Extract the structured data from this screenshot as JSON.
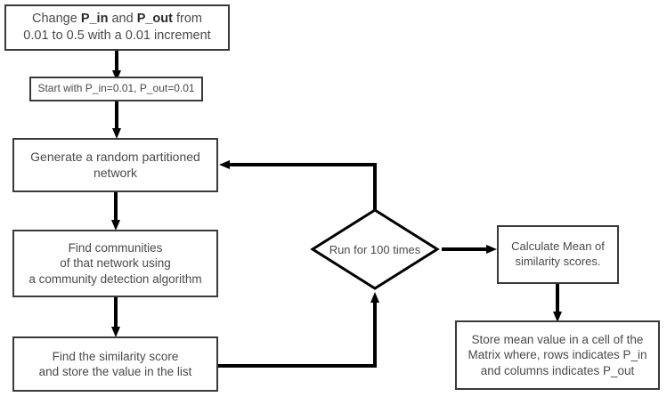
{
  "diagram": {
    "title": "Simulation workflow flowchart",
    "background_color": "#ffffff",
    "stroke_color": "#3a3a3a",
    "text_color": "#4a4a4a",
    "edge_color": "#000000"
  },
  "nodes": {
    "start": {
      "shape": "process",
      "line1_pre": "Change ",
      "line1_b1": "P_in",
      "line1_mid": " and ",
      "line1_b2": "P_out",
      "line1_post": " from",
      "line2": "0.01 to 0.5 with a 0.01 increment"
    },
    "init": {
      "shape": "process",
      "label": "Start with P_in=0.01, P_out=0.01"
    },
    "generate": {
      "shape": "process",
      "label": "Generate a random partitioned\nnetwork"
    },
    "communities": {
      "shape": "process",
      "label": "Find communities\nof that network using\na community detection algorithm"
    },
    "similarity": {
      "shape": "process",
      "label": "Find the similarity score\nand store the value in the list"
    },
    "loop": {
      "shape": "decision",
      "label": "Run for 100 times"
    },
    "mean": {
      "shape": "process",
      "label": "Calculate Mean of\nsimilarity scores."
    },
    "store": {
      "shape": "process",
      "label": "Store mean value in a cell of the\nMatrix where, rows indicates P_in\nand columns indicates P_out"
    }
  },
  "edges": [
    {
      "id": "start-to-init",
      "from": "start",
      "to": "init",
      "label": ""
    },
    {
      "id": "init-to-generate",
      "from": "init",
      "to": "generate",
      "label": ""
    },
    {
      "id": "generate-to-communities",
      "from": "generate",
      "to": "communities",
      "label": ""
    },
    {
      "id": "communities-to-similarity",
      "from": "communities",
      "to": "similarity",
      "label": ""
    },
    {
      "id": "similarity-to-loop",
      "from": "similarity",
      "to": "loop",
      "label": ""
    },
    {
      "id": "loop-to-generate",
      "from": "loop",
      "to": "generate",
      "label": ""
    },
    {
      "id": "loop-to-mean",
      "from": "loop",
      "to": "mean",
      "label": ""
    },
    {
      "id": "mean-to-store",
      "from": "mean",
      "to": "store",
      "label": ""
    }
  ]
}
